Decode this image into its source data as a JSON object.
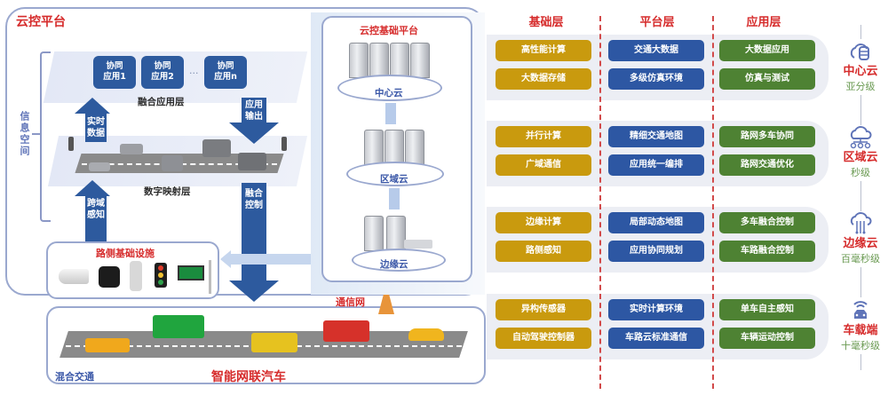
{
  "cloud_platform": {
    "title": "云控平台",
    "info_space": "信息空间",
    "fusion_app_layer": {
      "label": "融合应用层",
      "apps": [
        "协同\n应用1",
        "协同\n应用2",
        "协同\n应用n"
      ],
      "ellipsis": "···"
    },
    "digital_mapping_layer": {
      "label": "数字映射层"
    },
    "arrows": {
      "realtime_data": "实时\n数据",
      "app_output": "应用\n输出",
      "cross_domain_perception": "跨域\n感知",
      "fusion_control": "融合\n控制"
    },
    "roadside": {
      "title": "路侧基础设施",
      "devices": [
        "camera",
        "radar",
        "rsu",
        "traffic-light",
        "variable-message-sign"
      ]
    }
  },
  "base_platform": {
    "title": "云控基础平台",
    "tiers": [
      "中心云",
      "区域云",
      "边缘云"
    ]
  },
  "network": {
    "label": "通信网"
  },
  "traffic": {
    "mixed_label": "混合交通",
    "icv_label": "智能网联汽车"
  },
  "columns": {
    "base": "基础层",
    "platform": "平台层",
    "application": "应用层"
  },
  "rows": [
    {
      "tier": "中心云",
      "latency": "亚分级",
      "icon": "cloud-database-icon",
      "base": [
        "高性能计算",
        "大数据存储"
      ],
      "platform": [
        "交通大数据",
        "多级仿真环境"
      ],
      "application": [
        "大数据应用",
        "仿真与测试"
      ]
    },
    {
      "tier": "区域云",
      "latency": "秒级",
      "icon": "cloud-network-icon",
      "base": [
        "并行计算",
        "广域通信"
      ],
      "platform": [
        "精细交通地图",
        "应用统一编排"
      ],
      "application": [
        "路网多车协同",
        "路网交通优化"
      ]
    },
    {
      "tier": "边缘云",
      "latency": "百毫秒级",
      "icon": "cloud-circuit-icon",
      "base": [
        "边缘计算",
        "路侧感知"
      ],
      "platform": [
        "局部动态地图",
        "应用协同规划"
      ],
      "application": [
        "多车融合控制",
        "车路融合控制"
      ]
    },
    {
      "tier": "车载端",
      "latency": "十毫秒级",
      "icon": "connected-car-icon",
      "base": [
        "异构传感器",
        "自动驾驶控制器"
      ],
      "platform": [
        "实时计算环境",
        "车路云标准通信"
      ],
      "application": [
        "单车自主感知",
        "车辆运动控制"
      ]
    }
  ],
  "colors": {
    "title_red": "#d62c2c",
    "primary_blue": "#2d5a9e",
    "base_gold": "#c99a0e",
    "platform_blue": "#2d57a3",
    "app_green": "#4e8233",
    "frame_lavender": "#9aa8cf"
  }
}
